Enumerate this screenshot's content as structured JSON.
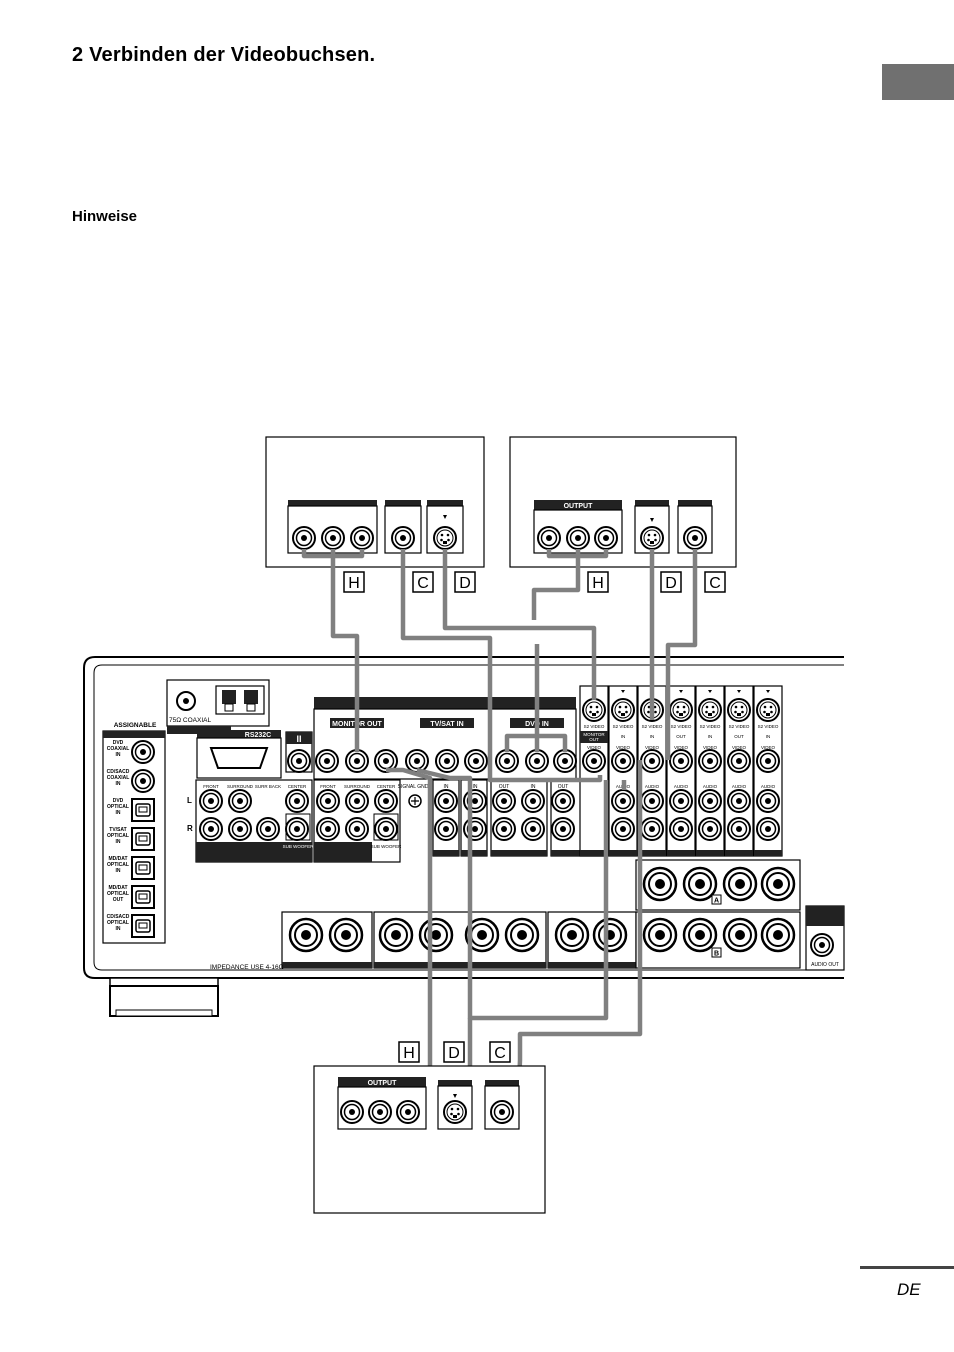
{
  "page": {
    "heading": "2   Verbinden der Videobuchsen.",
    "subheading": "Hinweise",
    "footer_lang": "DE"
  },
  "device_labels": {
    "output": "OUTPUT",
    "monitor_out": "MONITOR OUT",
    "tvsat_in": "TV/SAT IN",
    "dvd_in": "DVD IN",
    "assignable": "ASSIGNABLE",
    "coaxial": "75Ω COAXIAL",
    "rs232c": "RS232C",
    "ii": "II",
    "impedance": "IMPEDANCE USE 4-16Ω",
    "audio_out": "AUDIO OUT",
    "signal_gnd": "SIGNAL GND",
    "speaker_a": "A",
    "speaker_b": "B",
    "ch_l": "L",
    "ch_r": "R"
  },
  "cable_letters": {
    "h1": "H",
    "c1": "C",
    "d1": "D",
    "h2": "H",
    "d2": "D",
    "c2": "C",
    "h3": "H",
    "d3": "D",
    "c3": "C"
  },
  "digital_inputs": [
    "DVD COAXIAL IN",
    "CD/SACD COAXIAL IN",
    "DVD OPTICAL IN",
    "TV/SAT OPTICAL IN",
    "MD/DAT OPTICAL IN",
    "MD/DAT OPTICAL OUT",
    "CD/SACD OPTICAL IN"
  ],
  "speaker_labels": [
    "FRONT",
    "SURROUND",
    "SURR BACK",
    "CENTER",
    "SUB WOOFER"
  ],
  "preout_labels": [
    "FRONT",
    "SURROUND",
    "CENTER",
    "SUB WOOFER"
  ],
  "audio_io_labels": [
    "IN",
    "IN",
    "OUT",
    "IN",
    "OUT",
    "IN"
  ],
  "video_column_labels": [
    {
      "top": "S2 VIDEO",
      "mid": "MONITOR OUT",
      "low": "VIDEO"
    },
    {
      "top": "S2 VIDEO",
      "mid": "IN",
      "low": "VIDEO"
    },
    {
      "top": "S2 VIDEO",
      "mid": "IN",
      "low": "VIDEO"
    },
    {
      "top": "S2 VIDEO",
      "mid": "OUT",
      "low": "VIDEO"
    },
    {
      "top": "S2 VIDEO",
      "mid": "IN",
      "low": "VIDEO"
    },
    {
      "top": "S2 VIDEO",
      "mid": "OUT",
      "low": "VIDEO"
    },
    {
      "top": "S2 VIDEO",
      "mid": "IN",
      "low": "VIDEO"
    }
  ],
  "audio_word": "AUDIO"
}
